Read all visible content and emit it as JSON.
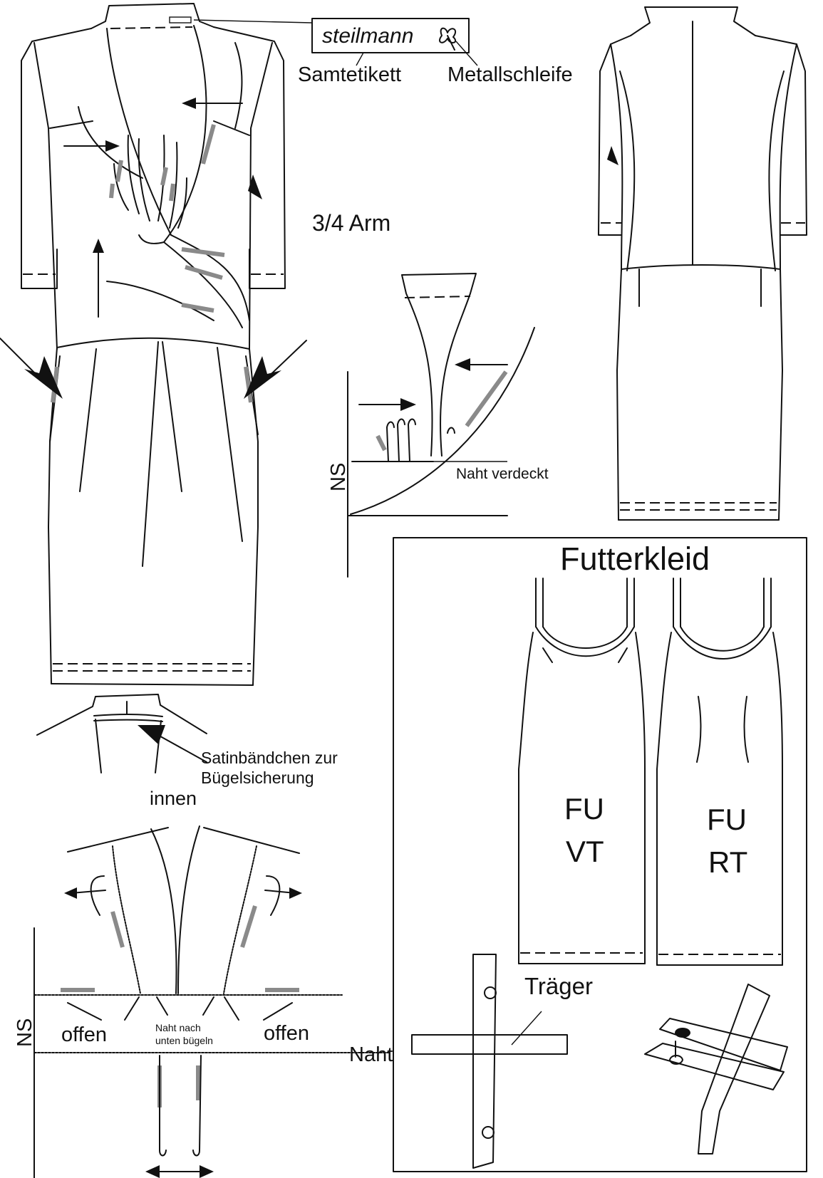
{
  "labels": {
    "brand": "steilmann",
    "velvet_label": "Samtetikett",
    "metal_bow": "Metallschleife",
    "sleeve": "3/4 Arm",
    "ns_top": "NS",
    "seam_hidden": "Naht verdeckt",
    "lining_title": "Futterkleid",
    "satin_tape": "Satinbändchen zur",
    "satin_tape_2": "Bügelsicherung",
    "inside": "innen",
    "ns_bottom": "NS",
    "open_left": "offen",
    "seam_press": "Naht nach",
    "seam_press_2": "unten bügeln",
    "open_right": "offen",
    "seam": "Naht",
    "strap": "Träger",
    "lining_front_1": "FU",
    "lining_front_2": "VT",
    "lining_back_1": "FU",
    "lining_back_2": "RT"
  },
  "colors": {
    "line": "#111111",
    "marker": "#8a8a8a",
    "background": "#ffffff"
  }
}
